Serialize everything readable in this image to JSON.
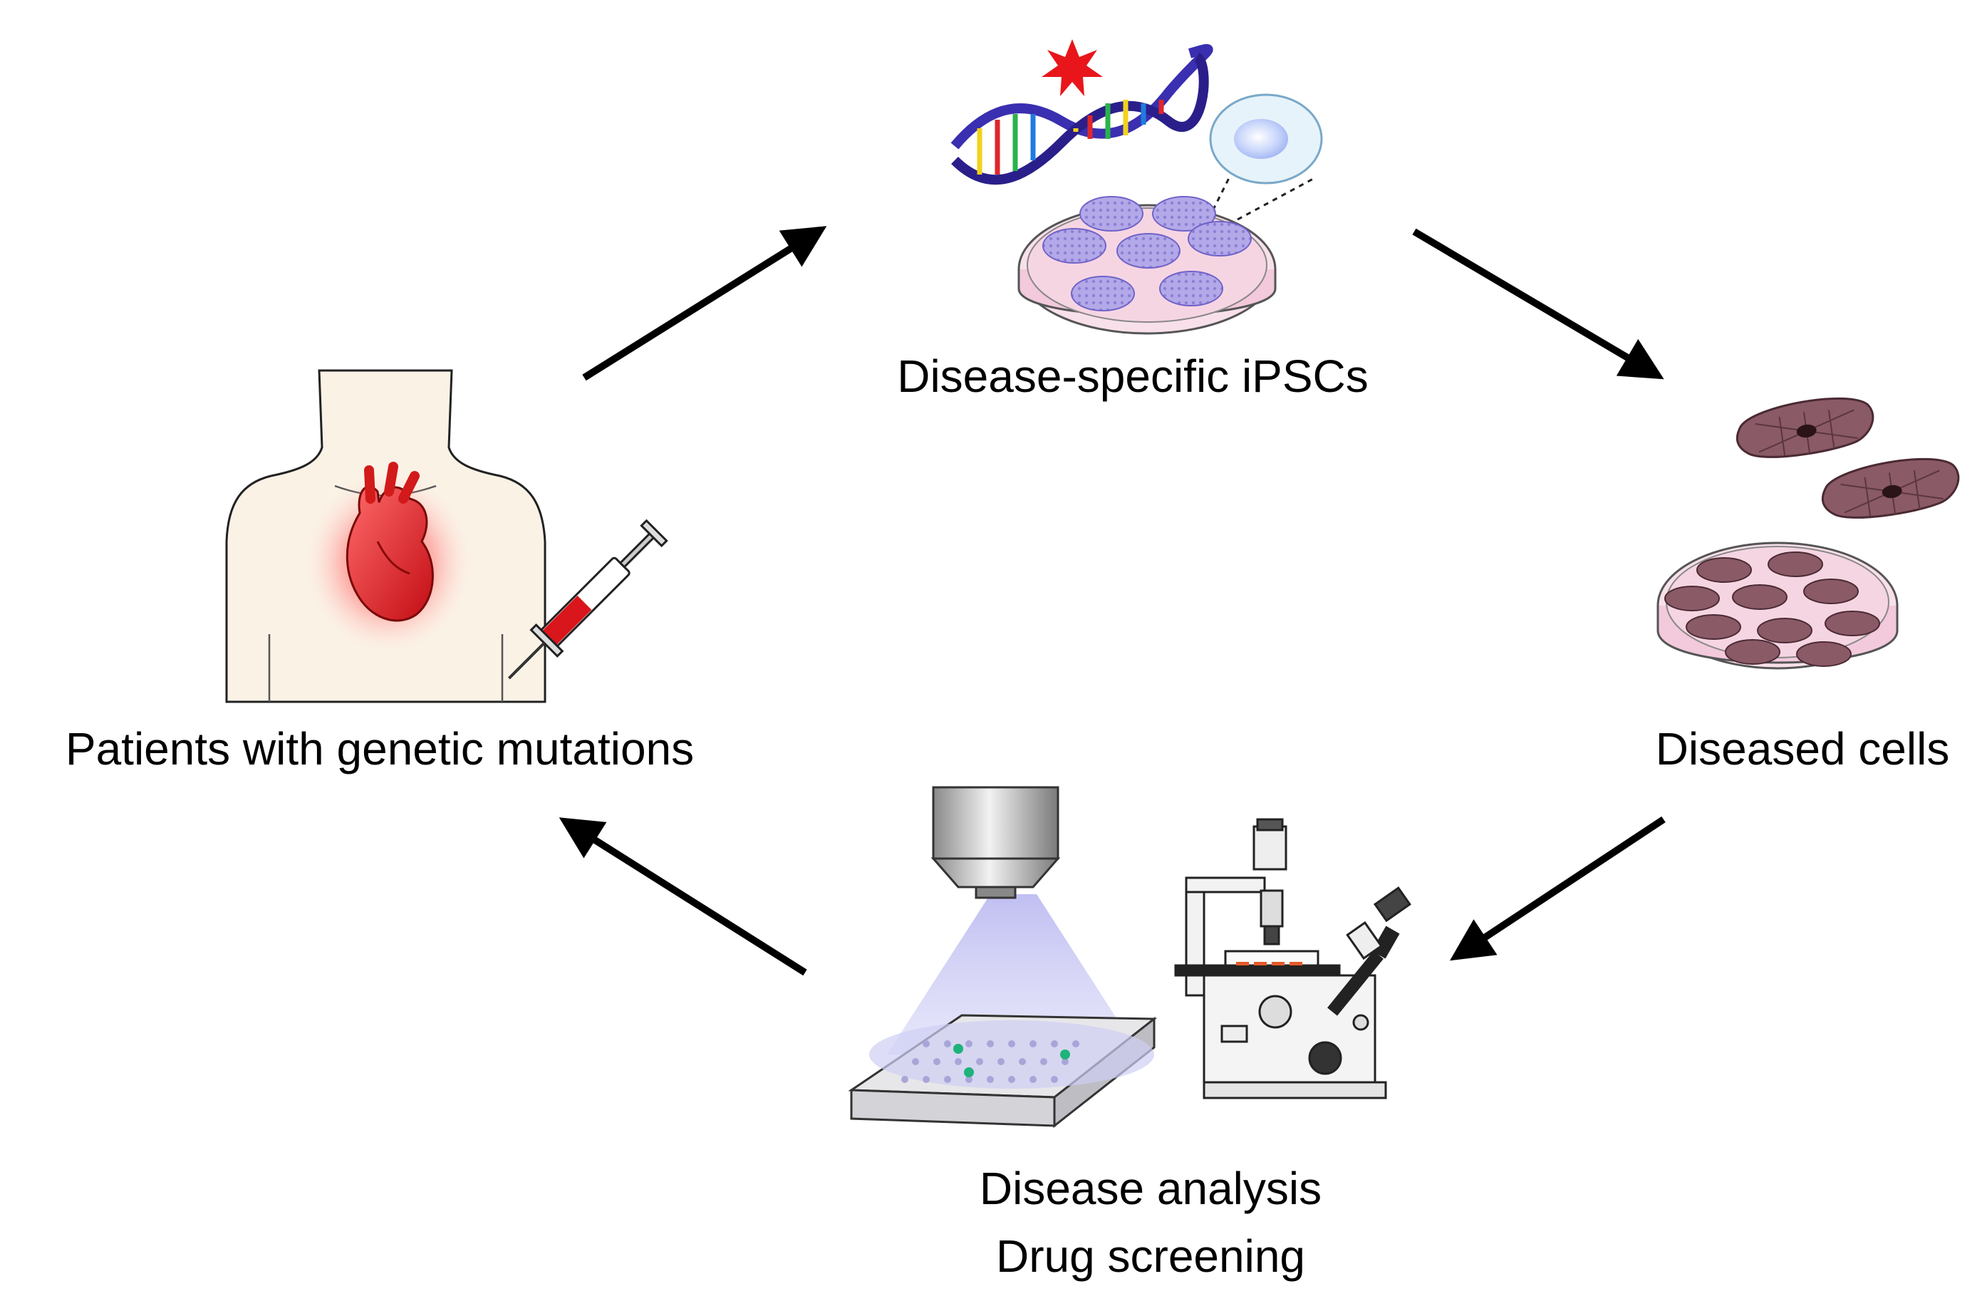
{
  "nodes": {
    "patients": {
      "label": "Patients with genetic mutations"
    },
    "ipscs": {
      "label": "Disease-specific iPSCs"
    },
    "diseased_cells": {
      "label": "Diseased cells"
    },
    "analysis": {
      "label_line1": "Disease analysis",
      "label_line2": "Drug screening"
    }
  },
  "cycle": [
    {
      "from": "patients",
      "to": "ipscs"
    },
    {
      "from": "ipscs",
      "to": "diseased_cells"
    },
    {
      "from": "diseased_cells",
      "to": "analysis"
    },
    {
      "from": "analysis",
      "to": "patients"
    }
  ],
  "icons": [
    "patient-torso-icon",
    "heart-icon",
    "syringe-icon",
    "dna-helix-icon",
    "mutation-star-icon",
    "petri-dish-icon",
    "stem-cell-icon",
    "cardiomyocyte-icon",
    "objective-lens-icon",
    "well-plate-icon",
    "microscope-icon"
  ],
  "colors": {
    "arrow": "#000000",
    "skin": "#fbf2e6",
    "heart": "#e8161b",
    "dish_pink": "#f3c9dc",
    "ipsc_colony": "#b0a6e6",
    "diseased_cell": "#8a5a66",
    "light_cone": "#c9c8f3",
    "well_hit": "#1db37a"
  }
}
